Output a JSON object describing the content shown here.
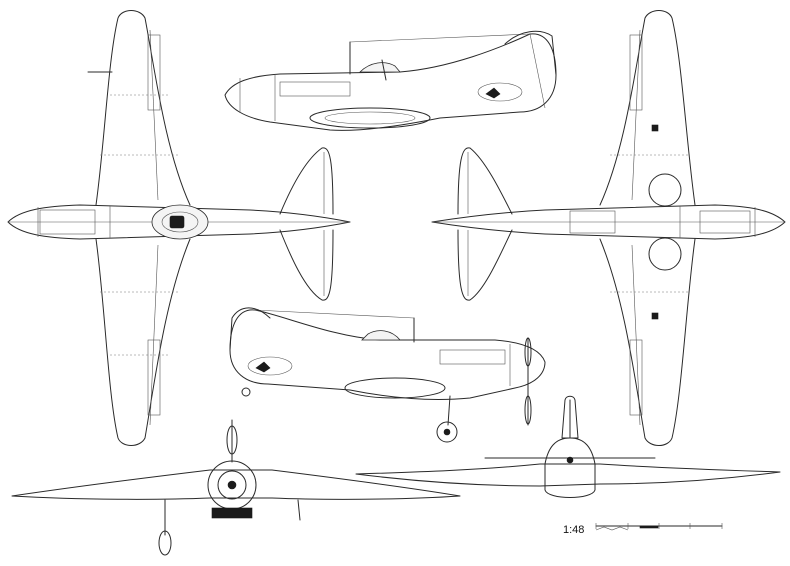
{
  "drawing": {
    "scale_label": "1:48",
    "views": [
      {
        "id": "top-view"
      },
      {
        "id": "side-view-left"
      },
      {
        "id": "bottom-view"
      },
      {
        "id": "side-view-right"
      },
      {
        "id": "front-view"
      },
      {
        "id": "rear-view"
      }
    ]
  }
}
